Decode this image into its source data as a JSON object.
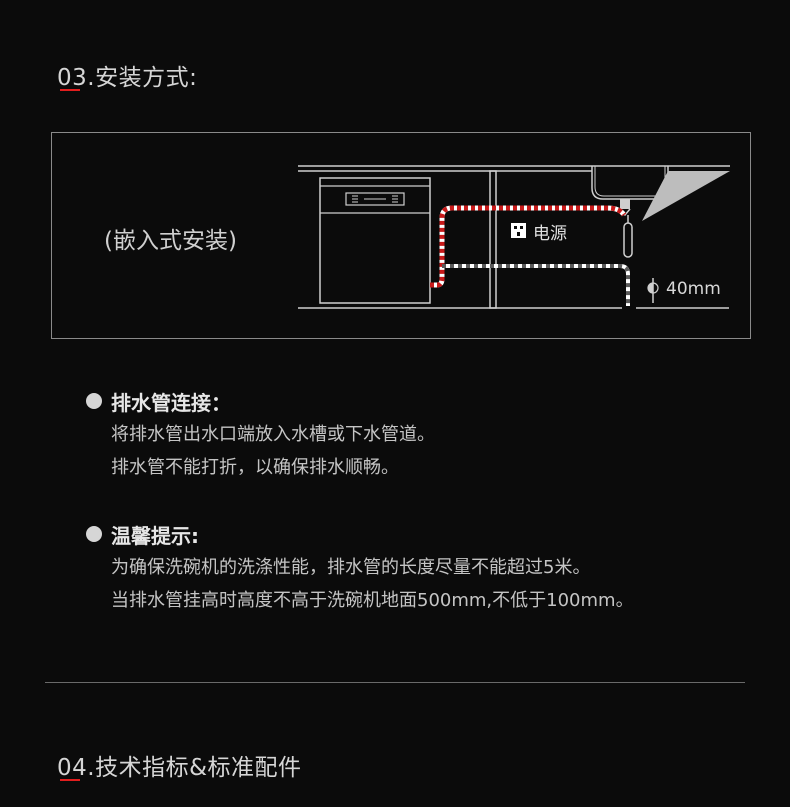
{
  "section03": {
    "number": "03.",
    "title": "安装方式:"
  },
  "diagram": {
    "install_type": "(嵌入式安装)",
    "power_label": "电源",
    "height_label": "40mm"
  },
  "drain_note": {
    "heading": "排水管连接：",
    "lines": [
      "将排水管出水口端放入水槽或下水管道。",
      "排水管不能打折，以确保排水顺畅。"
    ]
  },
  "tips_note": {
    "heading": "温馨提示:",
    "lines": [
      "为确保洗碗机的洗涤性能，排水管的长度尽量不能超过5米。",
      "当排水管挂高时高度不高于洗碗机地面500mm,不低于100mm。"
    ]
  },
  "section04": {
    "number": "04.",
    "title": "技术指标&标准配件"
  },
  "colors": {
    "accent": "#e21e1e",
    "background": "#0b0b0b",
    "hose_red": "#c81a1a"
  }
}
